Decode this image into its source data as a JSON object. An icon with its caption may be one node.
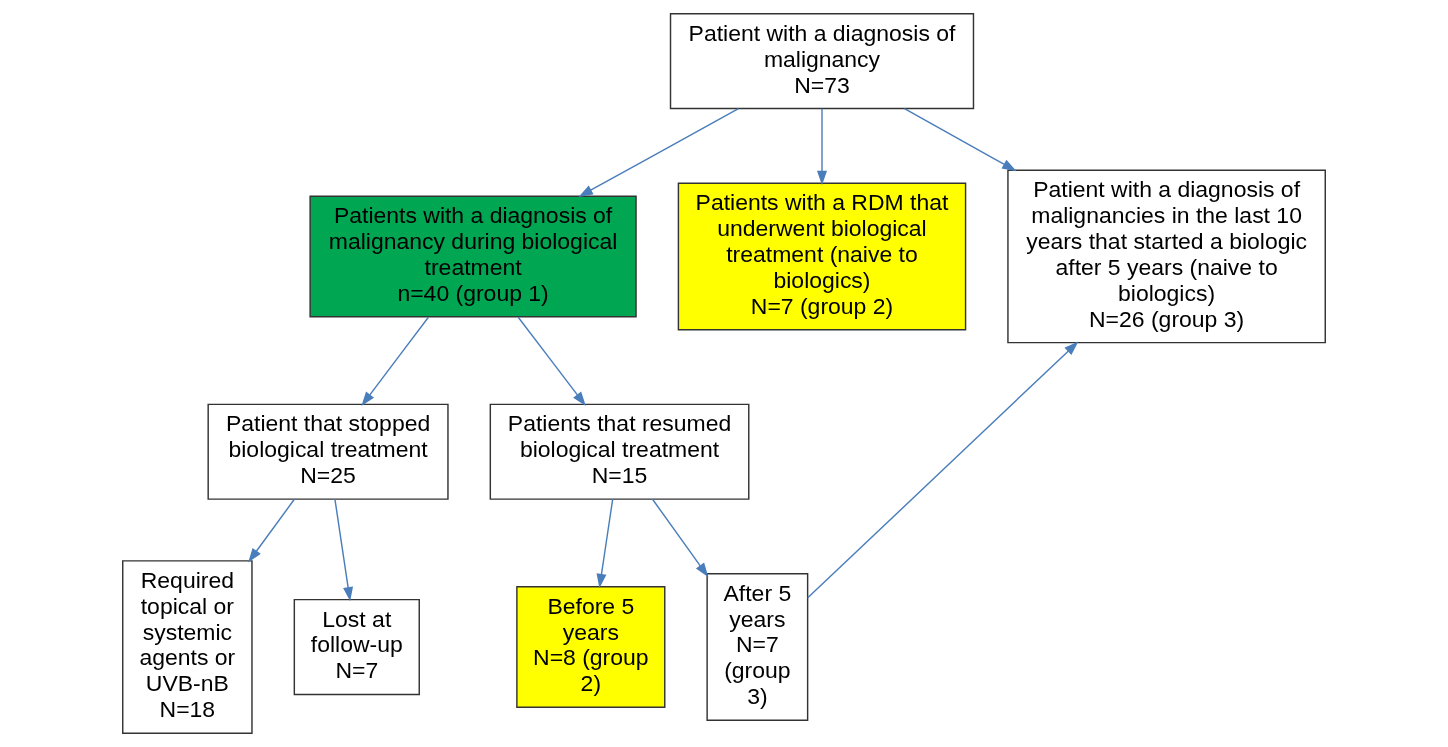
{
  "diagram": {
    "nodes": [
      {
        "text": [
          "Patient with a diagnosis of malignancy",
          "N=73"
        ]
      },
      {
        "text": [
          "Patients with a diagnosis of malignancy during biological treatment",
          "n=40 (group 1)"
        ]
      },
      {
        "text": [
          "Patients with a RDM that underwent biological treatment (naive to biologics)",
          "N=7 (group 2)"
        ]
      },
      {
        "text": [
          "Patient with a diagnosis of malignancies in the last 10 years that started a biologic after 5 years (naive to biologics)",
          "N=26 (group 3)"
        ]
      },
      {
        "text": [
          "Patient that stopped biological treatment",
          "N=25"
        ]
      },
      {
        "text": [
          "Patients that resumed biological treatment",
          "N=15"
        ]
      },
      {
        "text": [
          "Required topical or systemic agents or UVB-nB",
          "N=18"
        ]
      },
      {
        "text": [
          "Lost at follow-up",
          "N=7"
        ]
      },
      {
        "text": [
          "Before 5 years",
          "N=8 (group 2)"
        ]
      },
      {
        "text": [
          "After 5 years",
          "N=7 (group 3)"
        ]
      }
    ],
    "edges": [
      {
        "from": 0,
        "to": 1,
        "arrow": "to"
      },
      {
        "from": 0,
        "to": 2,
        "arrow": "to"
      },
      {
        "from": 0,
        "to": 3,
        "arrow": "to"
      },
      {
        "from": 1,
        "to": 4,
        "arrow": "to"
      },
      {
        "from": 1,
        "to": 5,
        "arrow": "to"
      },
      {
        "from": 4,
        "to": 6,
        "arrow": "to"
      },
      {
        "from": 4,
        "to": 7,
        "arrow": "to"
      },
      {
        "from": 5,
        "to": 8,
        "arrow": "to"
      },
      {
        "from": 5,
        "to": 9,
        "arrow": "to"
      },
      {
        "from": 9,
        "to": 3,
        "arrow": "to"
      }
    ]
  }
}
